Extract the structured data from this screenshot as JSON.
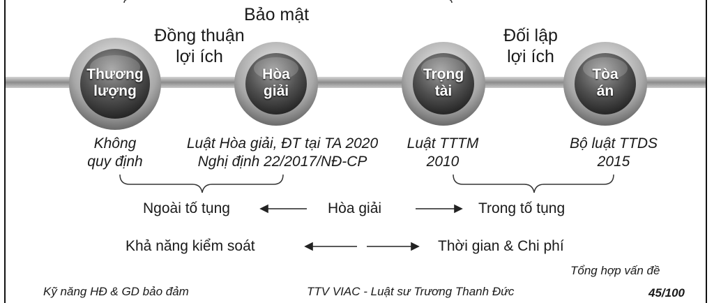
{
  "top_label": "Bảo mật",
  "upper_labels": {
    "consensus": "Đồng thuận\nlợi ích",
    "opposition": "Đối lập\nlợi ích"
  },
  "nodes": [
    {
      "name": "Thương lượng",
      "line1": "Thương",
      "line2": "lượng"
    },
    {
      "name": "Hòa giải",
      "line1": "Hòa",
      "line2": "giải"
    },
    {
      "name": "Trọng tài",
      "line1": "Trọng",
      "line2": "tài"
    },
    {
      "name": "Tòa án",
      "line1": "Tòa",
      "line2": "án"
    }
  ],
  "laws": {
    "negotiation": {
      "line1": "Không",
      "line2": "quy định"
    },
    "mediation": {
      "line1": "Luật Hòa giải, ĐT tại TA 2020",
      "line2": "Nghị định 22/2017/NĐ-CP"
    },
    "arbitration": {
      "line1": "Luật TTTM",
      "line2": "2010"
    },
    "court": {
      "line1": "Bộ luật TTDS",
      "line2": "2015"
    }
  },
  "row1": {
    "left": "Ngoài tố tụng",
    "center": "Hòa giải",
    "right": "Trong tố tụng"
  },
  "row2": {
    "left": "Khả năng kiểm soát",
    "right": "Thời gian & Chi phí"
  },
  "footer": {
    "summary": "Tổng hợp vấn đề",
    "left": "Kỹ năng HĐ & GD bảo đảm",
    "center": "TTV VIAC - Luật sư Trương Thanh Đức",
    "page": "45/100"
  },
  "colors": {
    "node_dark": "#3a3a3a",
    "node_mid": "#8a8a8a",
    "track": "#9a9a9a"
  }
}
